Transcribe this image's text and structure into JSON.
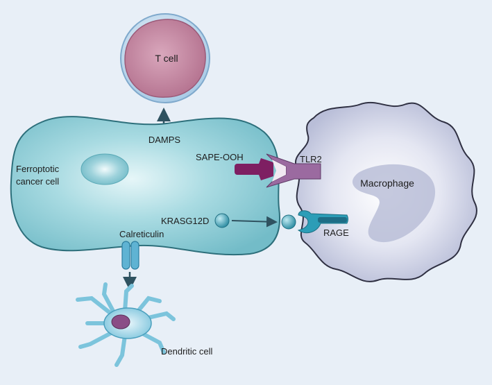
{
  "labels": {
    "t_cell": "T cell",
    "damps": "DAMPS",
    "cancer_cell_line1": "Ferroptotic",
    "cancer_cell_line2": "cancer cell",
    "sape_ooh": "SAPE-OOH",
    "tlr2": "TLR2",
    "macrophage": "Macrophage",
    "krasg12d": "KRASG12D",
    "rage": "RAGE",
    "calreticulin": "Calreticulin",
    "dendritic_cell": "Dendritic cell"
  },
  "colors": {
    "background": "#e8eff7",
    "cancer_cell": "#8ccad3",
    "t_cell_outer": "#b7d6ee",
    "t_cell_inner": "#c98ca6",
    "macrophage": "#d3d6ea",
    "receptor_purple": "#8a5c8f",
    "sape_purple": "#7e1f62",
    "rage_blue": "#2c9db7",
    "arrow": "#2f5260"
  }
}
